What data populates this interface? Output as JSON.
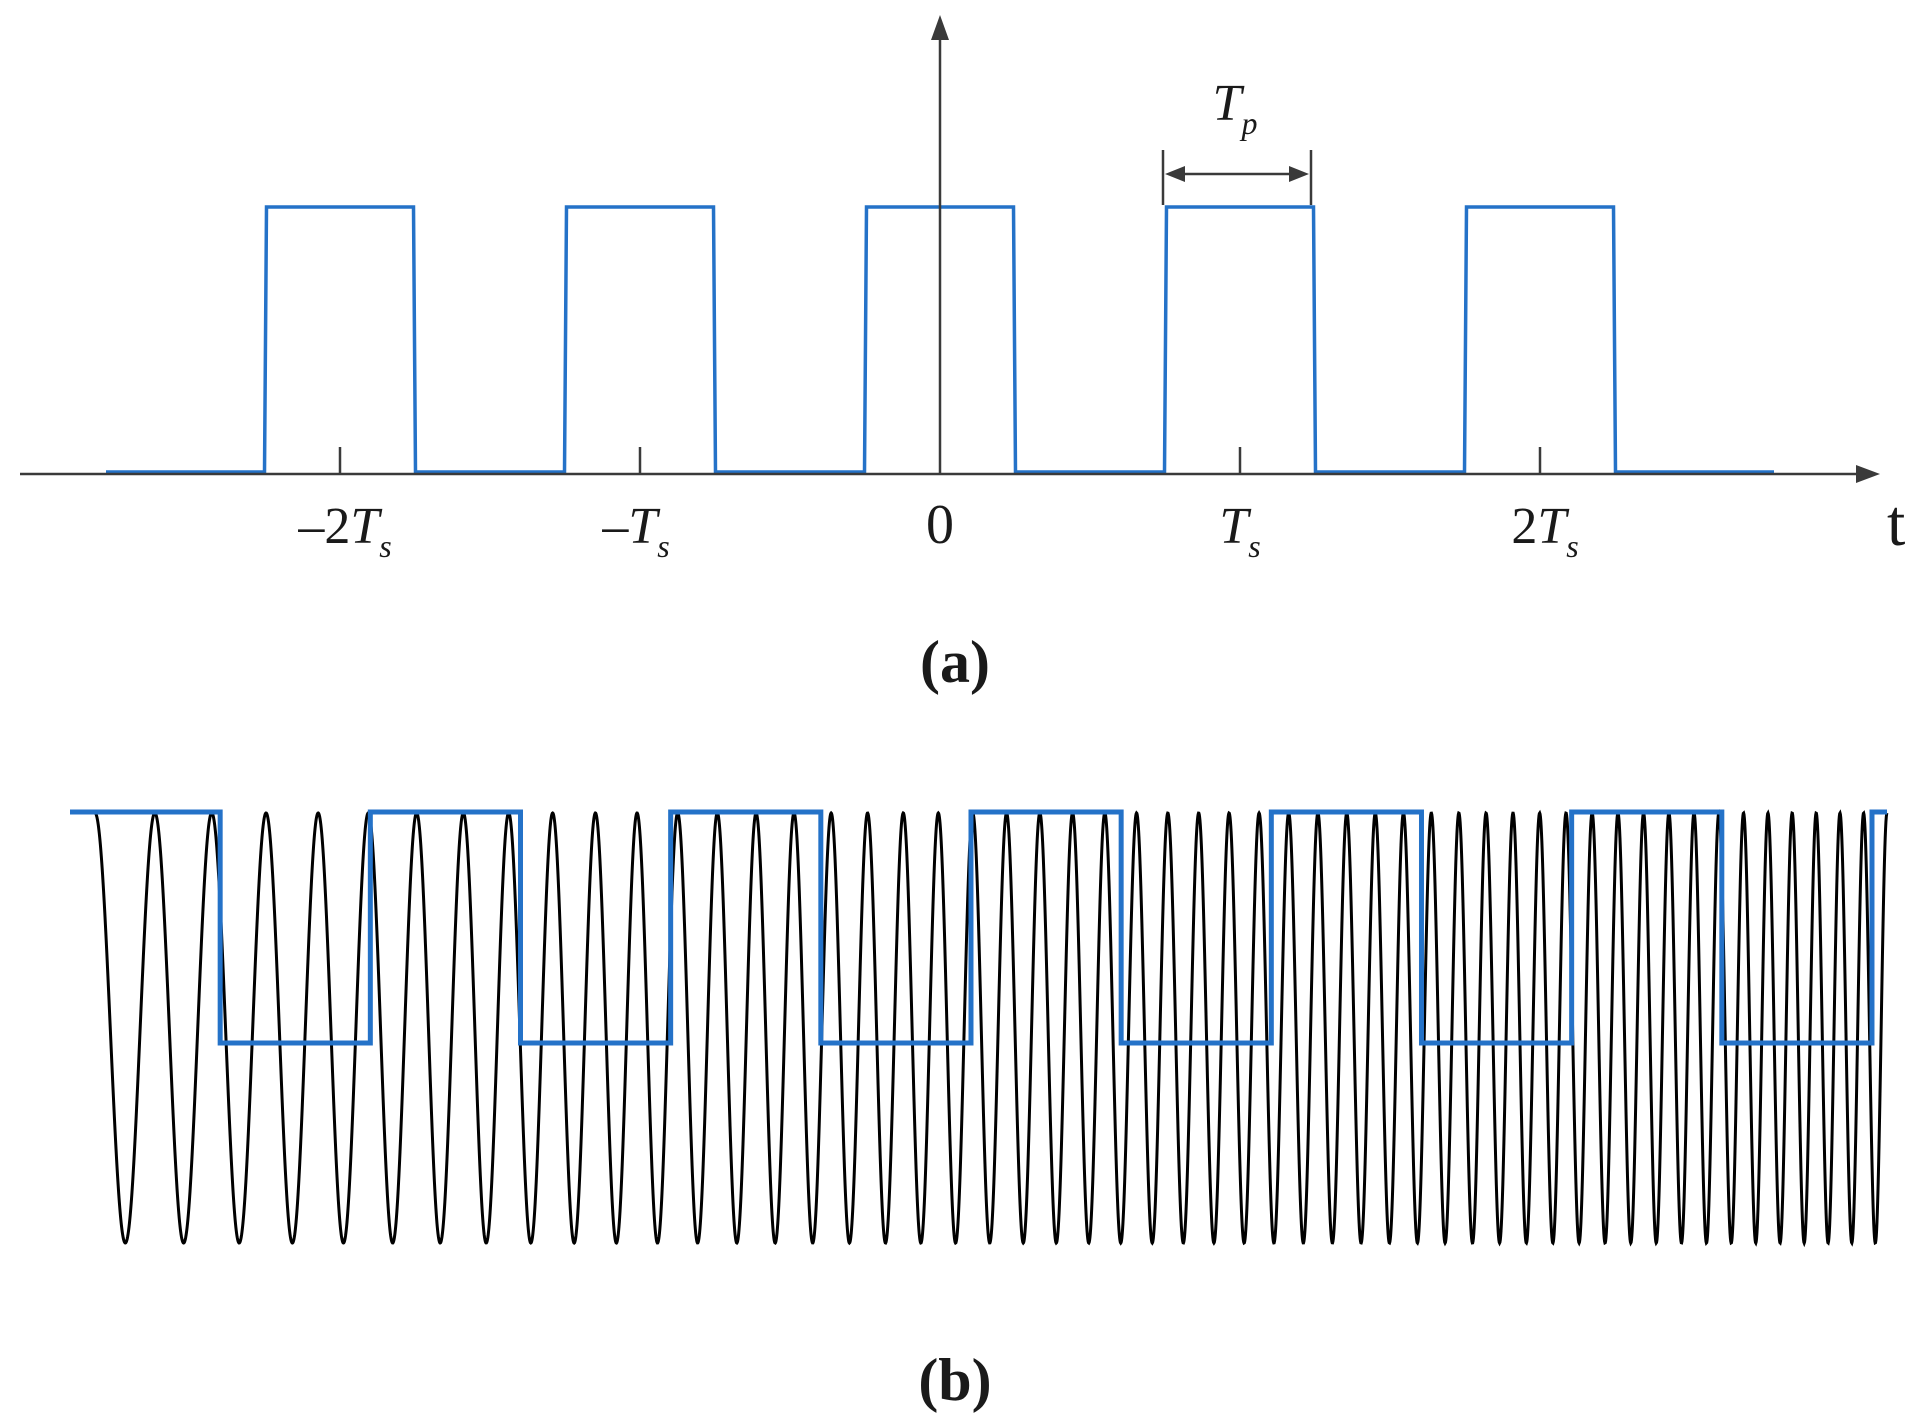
{
  "colors": {
    "pulse": "#2472c8",
    "axis": "#3a3a3a",
    "chirp": "#000000",
    "text": "#1a1a1a"
  },
  "panel_a": {
    "caption": "(a)",
    "axis_label": "t",
    "width_label": {
      "main": "T",
      "sub": "p"
    },
    "tick_labels": [
      {
        "prefix": "–2",
        "main": "T",
        "sub": "s"
      },
      {
        "prefix": "–",
        "main": "T",
        "sub": "s"
      },
      {
        "prefix": "",
        "main": "0",
        "sub": ""
      },
      {
        "prefix": "",
        "main": "T",
        "sub": "s"
      },
      {
        "prefix": "2",
        "main": "T",
        "sub": "s"
      }
    ],
    "pulse_centers_in_Ts": [
      -2,
      -1,
      0,
      1,
      2
    ],
    "pulse_width_in_Ts": 0.49
  },
  "panel_b": {
    "caption": "(b)",
    "square_wave_cycles": 6,
    "chirp_cycles": 53
  }
}
